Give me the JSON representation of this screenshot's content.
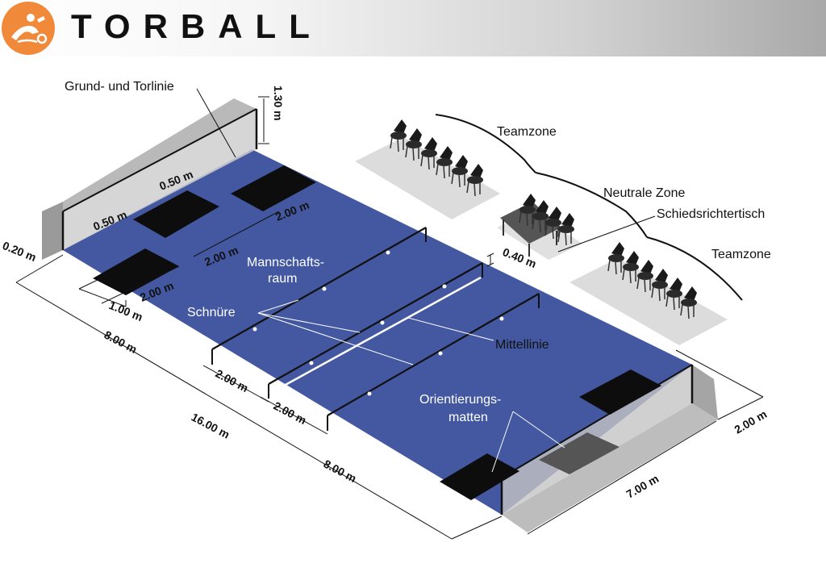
{
  "header": {
    "title": "TORBALL",
    "logo_color": "#f08a3a",
    "logo_icon": "torball-player-icon"
  },
  "colors": {
    "court": "#4358a0",
    "mats": "#0d0d0d",
    "wall": "#c9c9c9",
    "floor": "#d8d8d8"
  },
  "labels": {
    "goal_line": "Grund- und Torlinie",
    "team_room": "Mannschafts-",
    "team_room_2": "raum",
    "cords": "Schnüre",
    "center_line": "Mittellinie",
    "orientation_mats": "Orientierungs-",
    "orientation_mats_2": "matten",
    "team_zone_top": "Teamzone",
    "neutral_zone": "Neutrale Zone",
    "referee_table": "Schiedsrichtertisch",
    "team_zone_bottom": "Teamzone"
  },
  "dimensions": {
    "goal_height": "1.30 m",
    "mat_gap_1": "0.50 m",
    "mat_gap_2": "0.50 m",
    "mat_len_back": "2.00 m",
    "mat_len_center": "2.00 m",
    "mat_len_front": "2.00 m",
    "line_offset": "0.20 m",
    "mat_width": "1.00 m",
    "cord_height": "0.40 m",
    "half_length_1": "8.00 m",
    "length_total": "16.00 m",
    "half_length_2": "8.00 m",
    "cord_spacing_1": "2.00 m",
    "cord_spacing_2": "2.00 m",
    "width": "7.00 m",
    "side_zone": "2.00 m"
  }
}
